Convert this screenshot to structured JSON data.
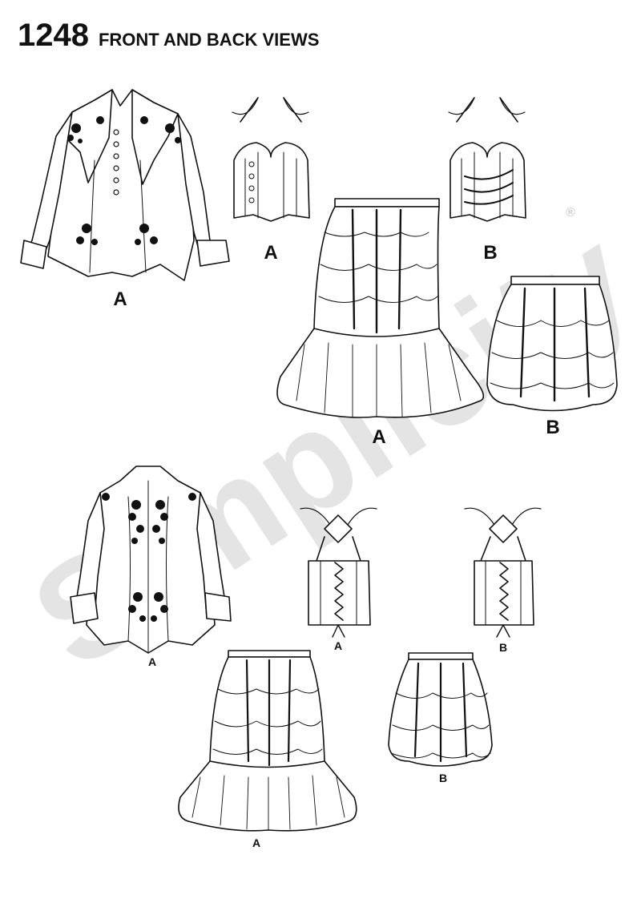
{
  "header": {
    "pattern_number": "1248",
    "title": "FRONT AND BACK VIEWS"
  },
  "watermark": {
    "brand": "Simplicity",
    "registered_mark": "®",
    "color": "#e3e3e3"
  },
  "front_views": {
    "jacket_label": "A",
    "corset_a_label": "A",
    "corset_b_label": "B",
    "skirt_a_label": "A",
    "skirt_b_label": "B"
  },
  "back_views": {
    "jacket_label": "A",
    "corset_a_label": "A",
    "corset_b_label": "B",
    "skirt_a_label": "A",
    "skirt_b_label": "B"
  },
  "colors": {
    "line": "#111111",
    "fill": "#ffffff"
  }
}
